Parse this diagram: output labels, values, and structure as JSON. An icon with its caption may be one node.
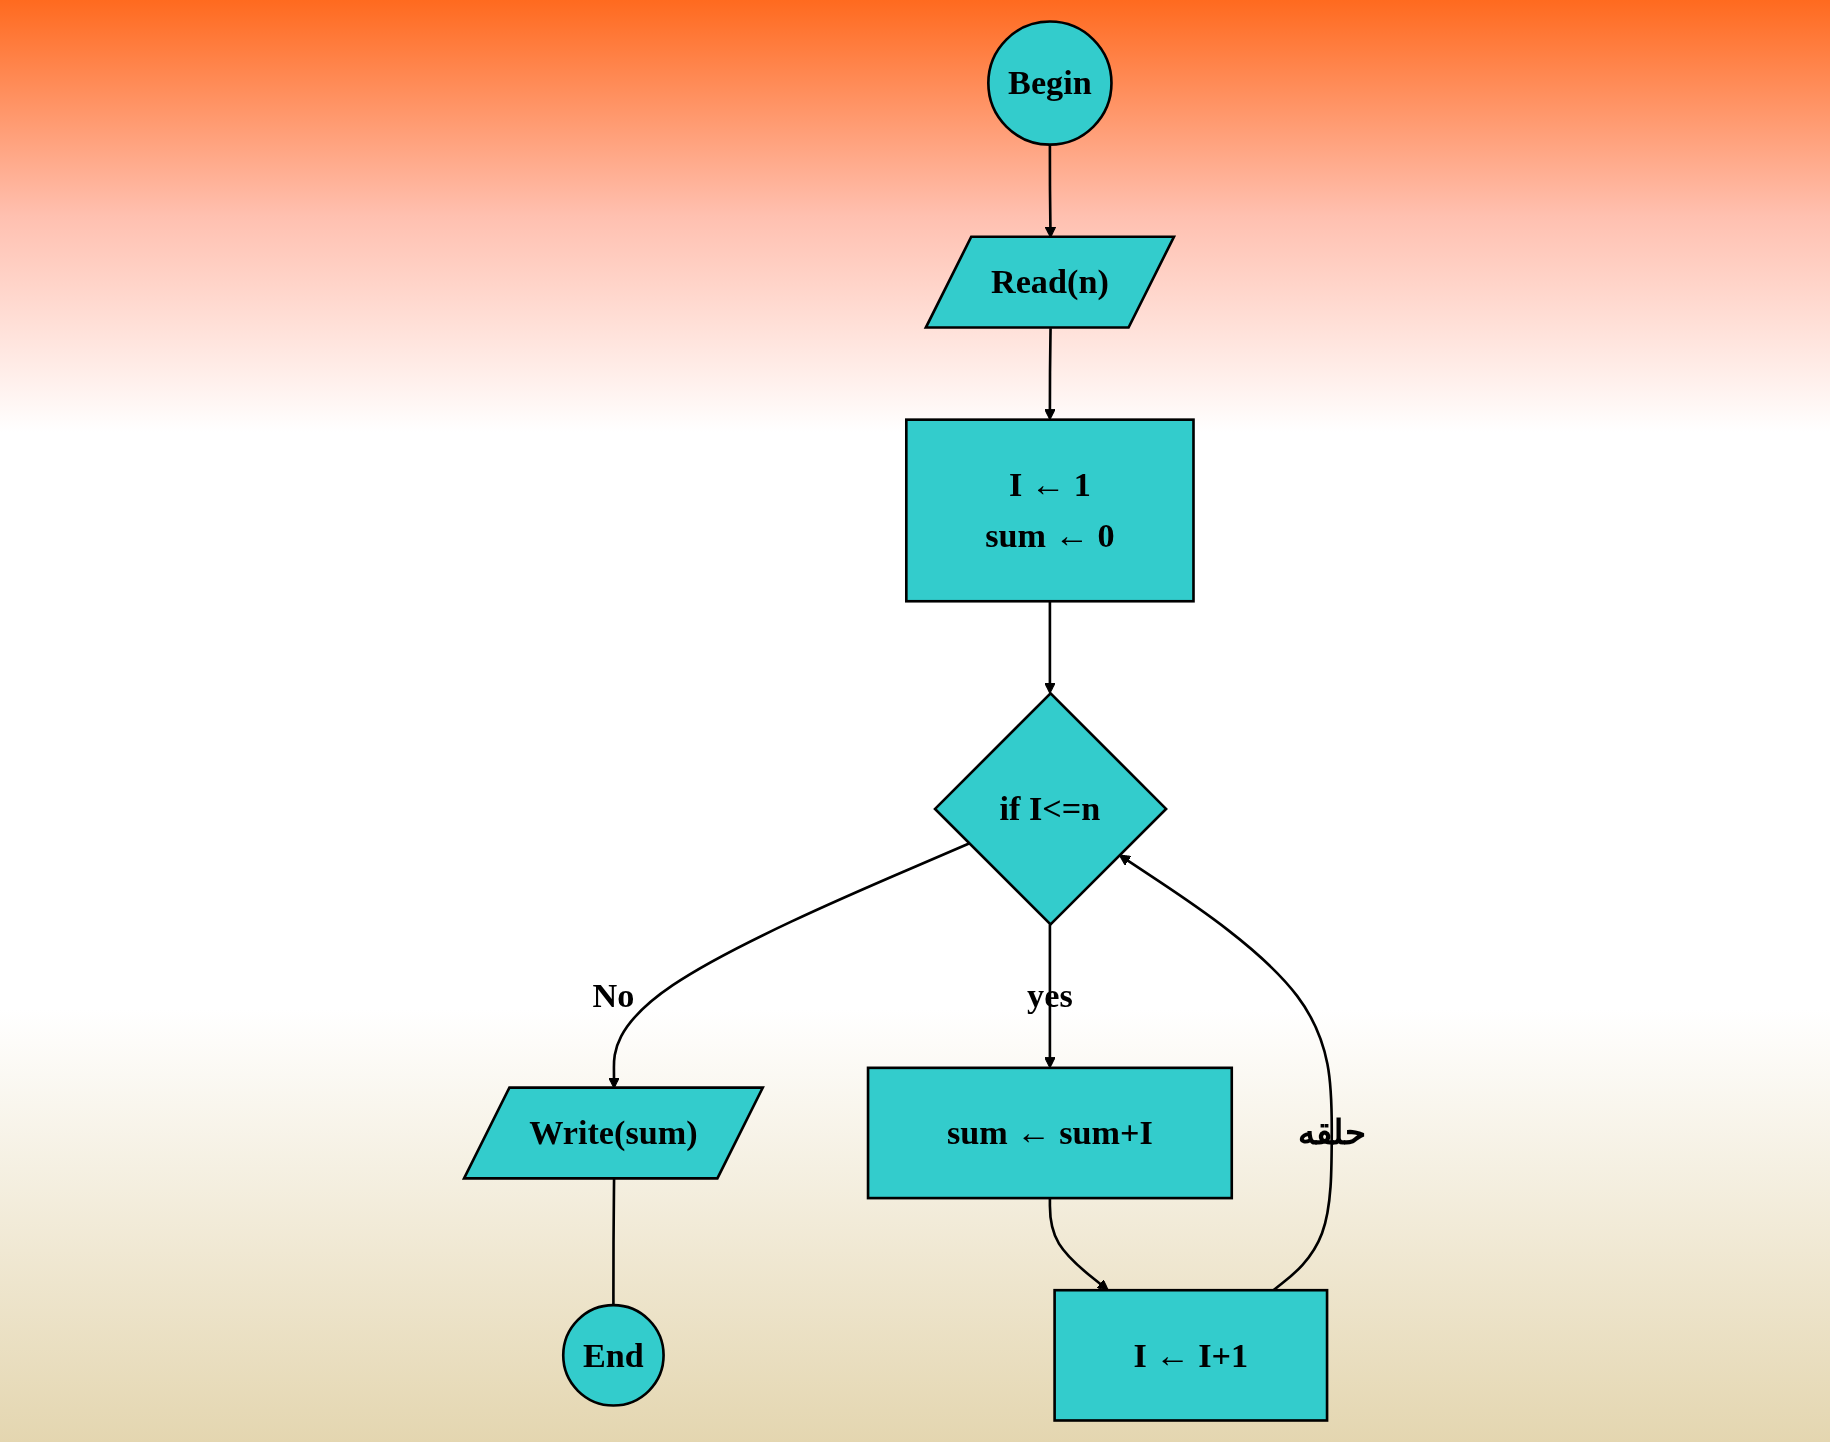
{
  "diagram": {
    "nodes": [
      {
        "text": [
          "Begin"
        ]
      },
      {
        "text": [
          "Read(n)"
        ]
      },
      {
        "text": [
          "I ← 1",
          "sum ← 0"
        ]
      },
      {
        "text": [
          "if I<=n"
        ]
      },
      {
        "text": [
          "Write(sum)"
        ]
      },
      {
        "text": [
          "End"
        ]
      },
      {
        "text": [
          "sum ← sum+I"
        ]
      },
      {
        "text": [
          "I ← I+1"
        ]
      }
    ],
    "edges": [
      {
        "from": 0,
        "to": 1,
        "arrow": "to"
      },
      {
        "from": 1,
        "to": 2,
        "arrow": "to"
      },
      {
        "from": 2,
        "to": 3,
        "arrow": "to"
      },
      {
        "from": 3,
        "to": 4,
        "arrow": "to",
        "label": "No"
      },
      {
        "from": 4,
        "to": 5,
        "arrow": "none"
      },
      {
        "from": 3,
        "to": 6,
        "arrow": "to",
        "label": "yes"
      },
      {
        "from": 6,
        "to": 7,
        "arrow": "to"
      },
      {
        "from": 7,
        "to": 3,
        "arrow": "to",
        "label": "حلقه"
      }
    ]
  }
}
